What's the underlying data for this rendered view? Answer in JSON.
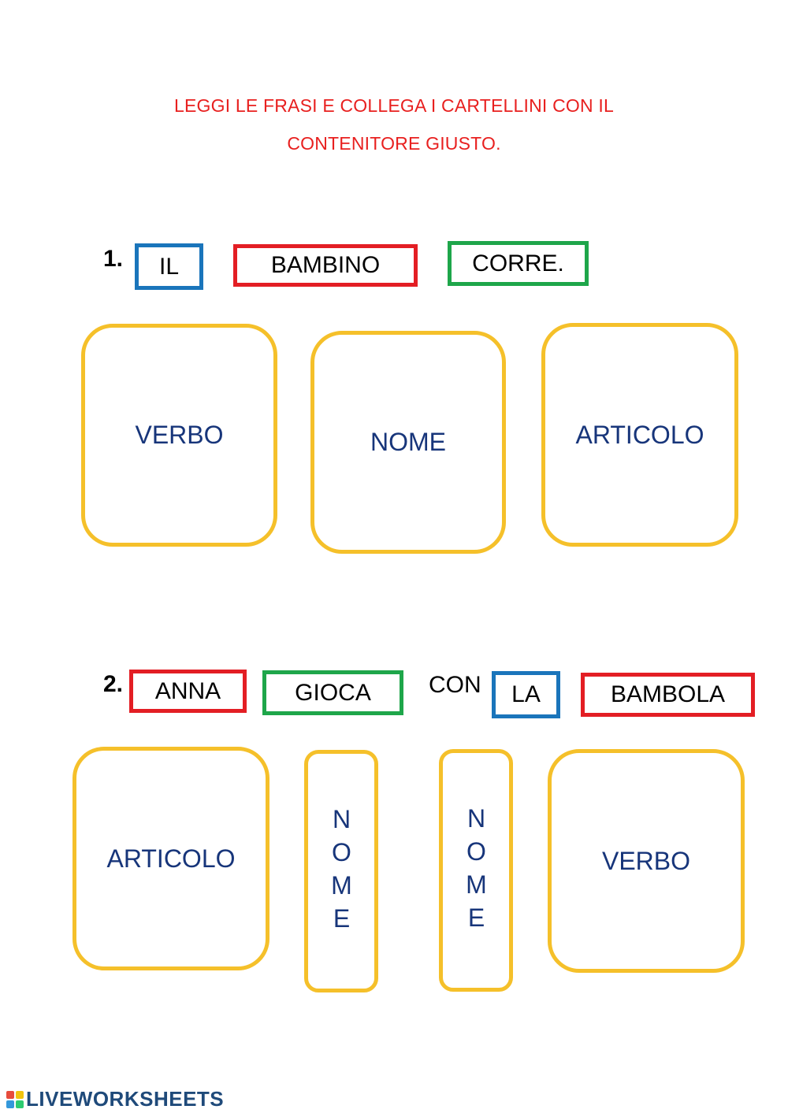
{
  "instructions": {
    "line1": "LEGGI LE FRASI E COLLEGA I CARTELLINI CON IL",
    "line2": "CONTENITORE GIUSTO."
  },
  "exercise1": {
    "number": "1.",
    "cards": [
      "IL",
      "BAMBINO",
      "CORRE."
    ],
    "containers": [
      "VERBO",
      "NOME",
      "ARTICOLO"
    ]
  },
  "exercise2": {
    "number": "2.",
    "cards": [
      "ANNA",
      "GIOCA",
      "LA",
      "BAMBOLA"
    ],
    "connector": "CON",
    "containers": [
      "ARTICOLO",
      "NOME",
      "NOME",
      "VERBO"
    ]
  },
  "branding": {
    "logo_text": "LIVEWORKSHEETS",
    "logo_colors": [
      "#e74c3c",
      "#f1c40f",
      "#3498db",
      "#2ecc71"
    ]
  },
  "colors": {
    "instruction": "#e8201f",
    "container_border": "#f5c02a",
    "container_text": "#17357a",
    "article_border": "#1a75bb",
    "noun_border": "#e31e24",
    "verb_border": "#1ea64a"
  }
}
